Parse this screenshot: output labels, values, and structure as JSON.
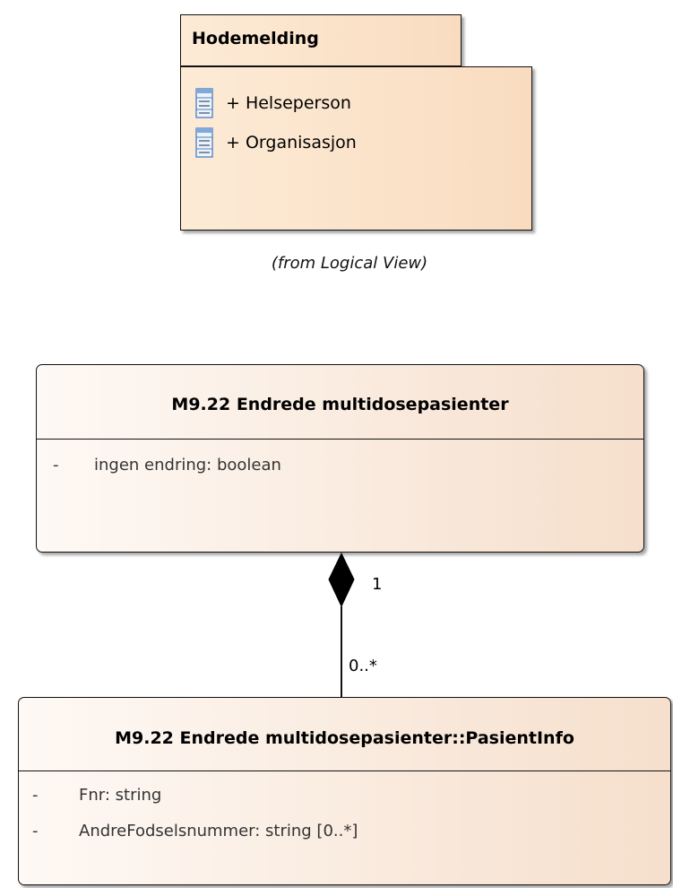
{
  "package": {
    "name": "Hodemelding",
    "items": [
      {
        "label": "+ Helseperson",
        "icon": "class-icon"
      },
      {
        "label": "+ Organisasjon",
        "icon": "class-icon"
      }
    ],
    "note": "(from Logical View)"
  },
  "classes": {
    "main": {
      "name": "M9.22 Endrede multidosepasienter",
      "attributes": [
        {
          "visibility": "-",
          "text": "ingen endring: boolean"
        }
      ]
    },
    "pasient": {
      "name": "M9.22 Endrede multidosepasienter::PasientInfo",
      "attributes": [
        {
          "visibility": "-",
          "text": "Fnr: string"
        },
        {
          "visibility": "-",
          "text": "AndreFodselsnummer: string [0..*]"
        }
      ]
    }
  },
  "association": {
    "type": "composition",
    "source_multiplicity": "1",
    "target_multiplicity": "0..*"
  },
  "colors": {
    "package_fill": "#fbe3cb",
    "class_fill_light": "#fef9f5",
    "class_fill_dark": "#f6dfcc",
    "border": "#111111",
    "icon_blue": "#4a7fc1"
  }
}
